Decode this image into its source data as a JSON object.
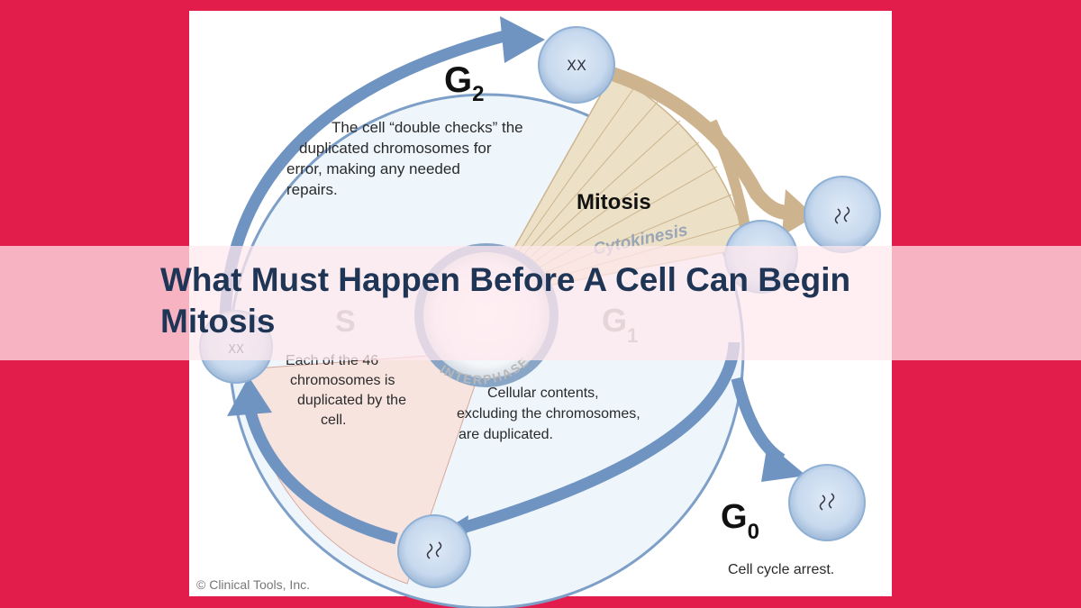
{
  "page": {
    "title": "What Must Happen Before A Cell Can Begin Mitosis"
  },
  "diagram": {
    "phases": {
      "g2": {
        "letter": "G",
        "sub": "2",
        "desc": [
          "The cell “double checks” the",
          "duplicated chromosomes for",
          "error, making any needed",
          "repairs."
        ]
      },
      "mitosis": {
        "label": "Mitosis"
      },
      "cytokinesis": {
        "label": "Cytokinesis"
      },
      "s": {
        "letter": "S",
        "desc": [
          "Each of the 46",
          "chromosomes is",
          "duplicated by the",
          "cell."
        ]
      },
      "g1": {
        "letter": "G",
        "sub": "1",
        "desc": [
          "Cellular contents,",
          "excluding the chromosomes,",
          "are duplicated."
        ]
      },
      "g0": {
        "letter": "G",
        "sub": "0",
        "desc": [
          "Cell cycle arrest."
        ]
      }
    },
    "center_label": "INTERPHASE",
    "credit": "© Clinical Tools, Inc.",
    "colors": {
      "background": "#e21c4b",
      "arrow_blue": "#6f94c2",
      "mitosis_fan": "#ece1c6",
      "mitosis_arrow": "#cdb48f",
      "s_sector": "#f7e4df",
      "circle_fill": "#eef5fb",
      "title_text": "#1f3556"
    }
  }
}
